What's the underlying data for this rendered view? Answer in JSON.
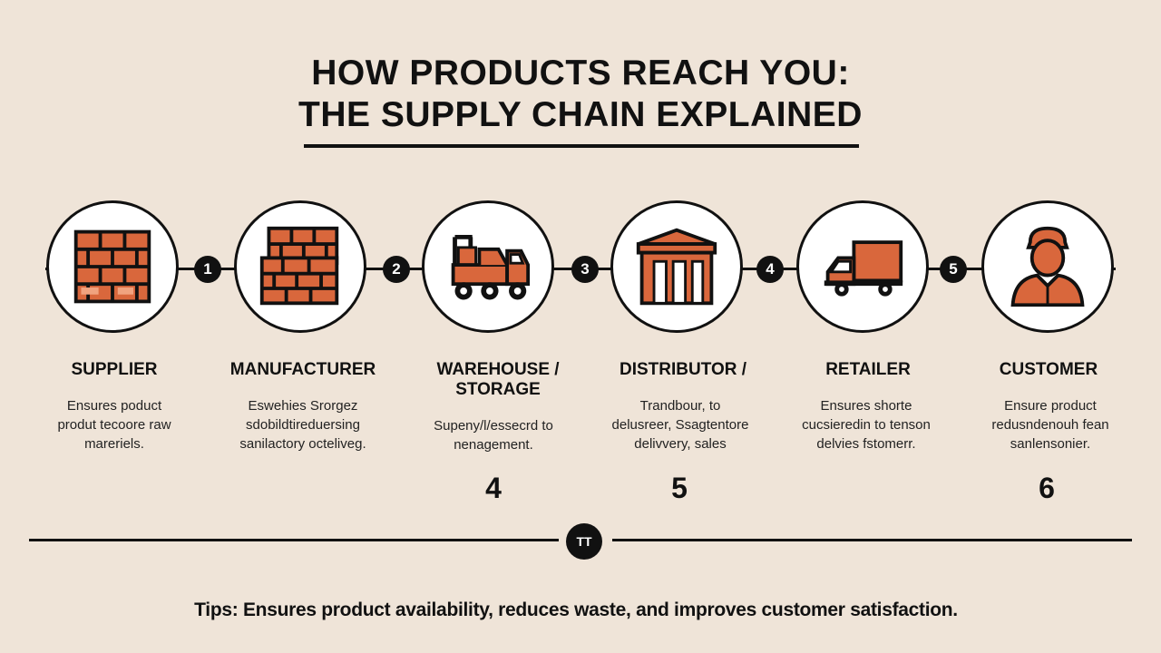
{
  "title": {
    "line1": "HOW PRODUCTS REACH YOU:",
    "line2": "THE SUPPLY CHAIN EXPLAINED"
  },
  "colors": {
    "background": "#efe4d8",
    "accent": "#d9673c",
    "ink": "#111111"
  },
  "steps": [
    "1",
    "2",
    "3",
    "4",
    "5"
  ],
  "stages": [
    {
      "label": "SUPPLIER",
      "desc": [
        "Ensures poduct",
        "produt tecoore raw",
        "mareriels."
      ],
      "number": "",
      "icon": "brick-wall-icon"
    },
    {
      "label": "MANUFACTURER",
      "desc": [
        "Eswehies Srorgez",
        "sdobildtireduersing",
        "sanilactory octeliveg."
      ],
      "number": "",
      "icon": "stacked-bricks-icon"
    },
    {
      "label": "WAREHOUSE /",
      "label2": "STORAGE",
      "desc": [
        "Supeny/l/essecrd to",
        "nenagement."
      ],
      "number": "4",
      "icon": "forklift-icon"
    },
    {
      "label": "DISTRIBUTOR /",
      "desc": [
        "Trandbour, to",
        "delusreer, Ssagtentore",
        "delivvery, sales"
      ],
      "number": "5",
      "icon": "warehouse-icon"
    },
    {
      "label": "RETAILER",
      "desc": [
        "Ensures shorte",
        "cucsieredin to tenson",
        "delvies fstomerr."
      ],
      "number": "",
      "icon": "delivery-truck-icon"
    },
    {
      "label": "CUSTOMER",
      "desc": [
        "Ensure product",
        "redusndenouh fean",
        "sanlensonier."
      ],
      "number": "6",
      "icon": "customer-icon"
    }
  ],
  "bottom_badge": "TT",
  "tips": "Tips: Ensures product availability, reduces waste, and improves customer satisfaction."
}
